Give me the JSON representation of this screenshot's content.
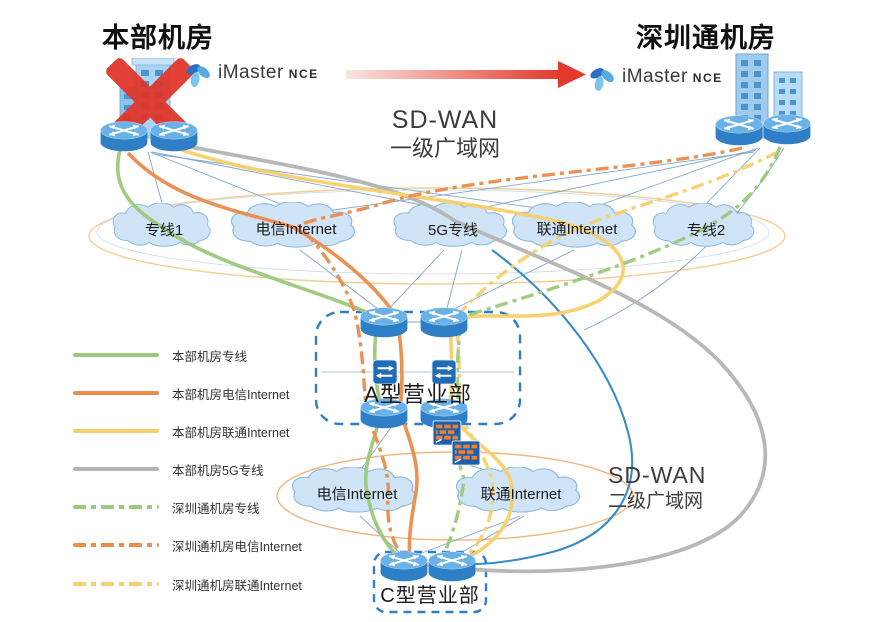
{
  "header": {
    "left_title": "本部机房",
    "right_title": "深圳通机房",
    "nms_name": "iMaster",
    "nms_suffix": "NCE"
  },
  "wan_tiers": {
    "tier1_name": "SD-WAN",
    "tier1_sub": "一级广域网",
    "tier2_name": "SD-WAN",
    "tier2_sub": "二级广域网"
  },
  "top_clouds": [
    {
      "label": "专线1"
    },
    {
      "label": "电信Internet"
    },
    {
      "label": "5G专线"
    },
    {
      "label": "联通Internet"
    },
    {
      "label": "专线2"
    }
  ],
  "branch_clouds": [
    {
      "label": "电信Internet"
    },
    {
      "label": "联通Internet"
    }
  ],
  "sites": {
    "site_a": "A型营业部",
    "site_c": "C型营业部"
  },
  "legend": {
    "items": [
      {
        "label": "本部机房专线",
        "color": "#9CC97B",
        "pattern": "solid"
      },
      {
        "label": "本部机房电信Internet",
        "color": "#EC8C4C",
        "pattern": "solid"
      },
      {
        "label": "本部机房联通Internet",
        "color": "#F6D06B",
        "pattern": "solid"
      },
      {
        "label": "本部机房5G专线",
        "color": "#B5B5B5",
        "pattern": "solid"
      },
      {
        "label": "深圳通机房专线",
        "color": "#9CC97B",
        "pattern": "dash-dot"
      },
      {
        "label": "深圳通机房电信Internet",
        "color": "#EC8C4C",
        "pattern": "dash-dot"
      },
      {
        "label": "深圳通机房联通Internet",
        "color": "#F6D06B",
        "pattern": "dash-dot"
      }
    ]
  },
  "colors": {
    "dedicated_line": "#9CC97B",
    "telecom_internet": "#EC8C4C",
    "unicom_internet": "#F6D06B",
    "line_5g": "#B5B5B5",
    "link_blue": "#2F86C4",
    "site_box_border": "#2E7FC6",
    "failure_x": "#E0372C",
    "migration_arrow": "#E23B2E"
  }
}
